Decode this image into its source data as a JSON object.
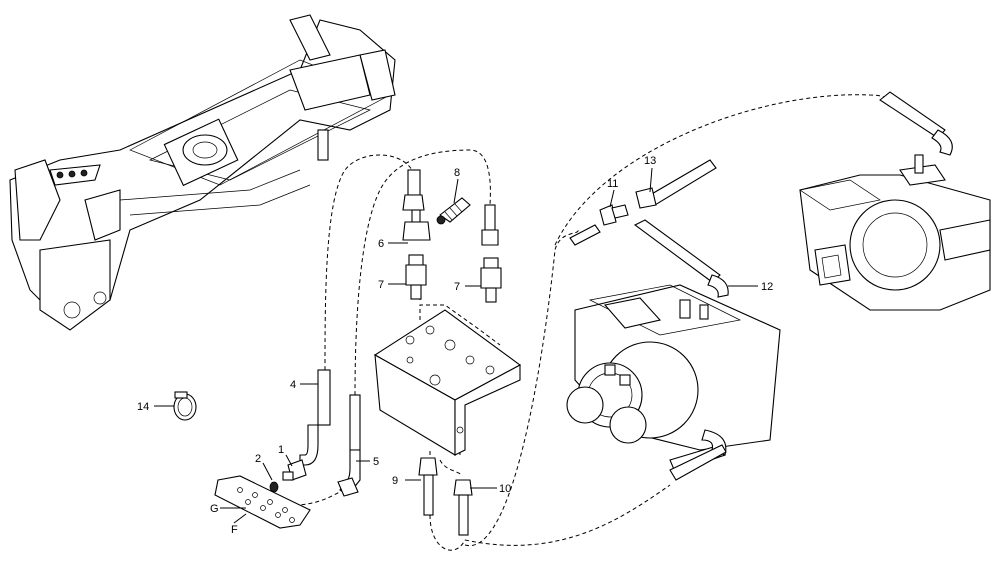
{
  "diagram": {
    "callouts": [
      {
        "id": "c1",
        "text": "1"
      },
      {
        "id": "c2",
        "text": "2"
      },
      {
        "id": "c4",
        "text": "4"
      },
      {
        "id": "c5",
        "text": "5"
      },
      {
        "id": "c6",
        "text": "6"
      },
      {
        "id": "c7a",
        "text": "7"
      },
      {
        "id": "c7b",
        "text": "7"
      },
      {
        "id": "c8",
        "text": "8"
      },
      {
        "id": "c9",
        "text": "9"
      },
      {
        "id": "c10",
        "text": "10"
      },
      {
        "id": "c11",
        "text": "11"
      },
      {
        "id": "c12",
        "text": "12"
      },
      {
        "id": "c13",
        "text": "13"
      },
      {
        "id": "c14",
        "text": "14"
      },
      {
        "id": "cG",
        "text": "G"
      },
      {
        "id": "cF",
        "text": "F"
      }
    ]
  }
}
